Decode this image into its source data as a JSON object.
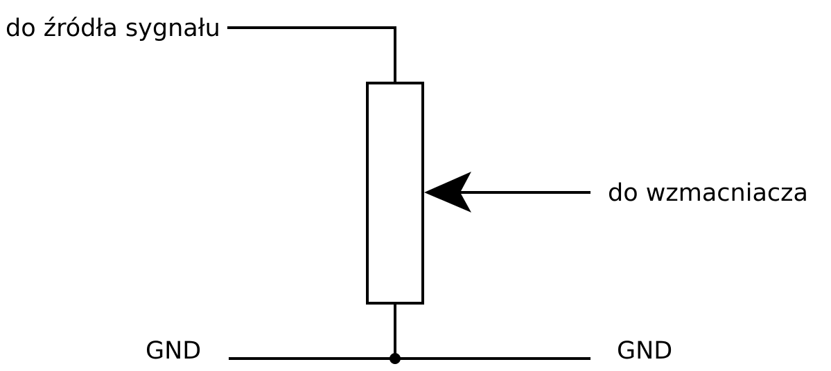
{
  "labels": {
    "signal_source": "do źródła sygnału",
    "amplifier": "do wzmacniacza",
    "gnd_left": "GND",
    "gnd_right": "GND"
  },
  "colors": {
    "stroke": "#000000",
    "background": "#ffffff"
  }
}
